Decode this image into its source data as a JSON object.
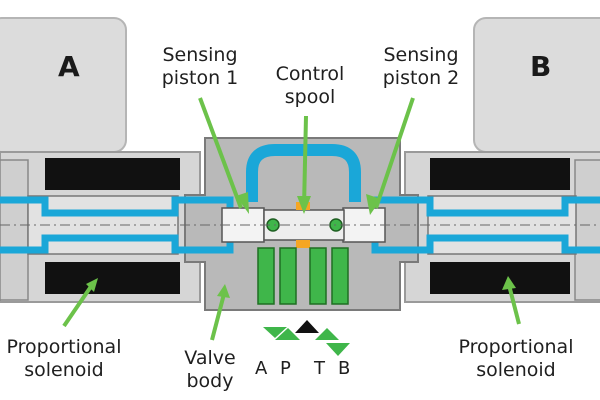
{
  "labels": {
    "solenoid_a_letter": "A",
    "solenoid_b_letter": "B",
    "sensing_piston_1": [
      "Sensing",
      "piston 1"
    ],
    "control_spool": [
      "Control",
      "spool"
    ],
    "sensing_piston_2": [
      "Sensing",
      "piston 2"
    ],
    "proportional_solenoid_left": [
      "Proportional",
      "solenoid"
    ],
    "valve_body": [
      "Valve",
      "body"
    ],
    "proportional_solenoid_right": [
      "Proportional",
      "solenoid"
    ]
  },
  "ports": [
    "A",
    "P",
    "T",
    "B"
  ],
  "colors": {
    "housing_light": "#dcdcdc",
    "body_gray": "#b9b9b9",
    "body_dark": "#8f8f8f",
    "coil_black": "#111111",
    "channel_blue": "#1aa7d8",
    "arrow_green": "#6cc24a",
    "port_green": "#3fb64a",
    "spool_orange": "#f5a623"
  }
}
